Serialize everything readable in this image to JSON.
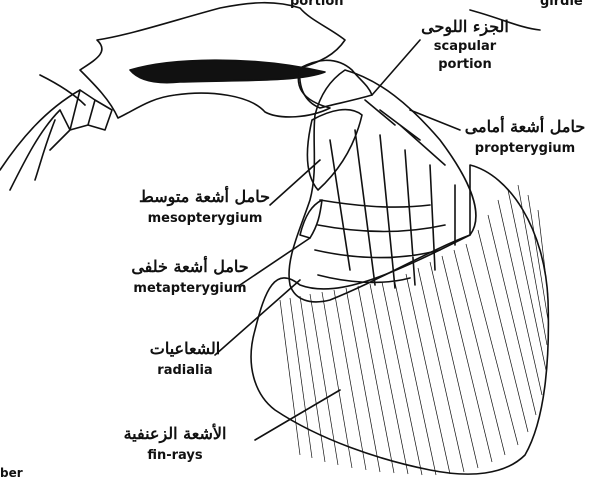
{
  "labels": {
    "top_portion_en": "portion",
    "top_girdle_en": "girdle",
    "scapular_ar": "الجزء اللوحى",
    "scapular_en_1": "scapular",
    "scapular_en_2": "portion",
    "propterygium_ar": "حامل أشعة أمامى",
    "propterygium_en": "propterygium",
    "mesopterygium_ar": "حامل أشعة متوسط",
    "mesopterygium_en": "mesopterygium",
    "metapterygium_ar": "حامل أشعة خلفى",
    "metapterygium_en": "metapterygium",
    "radialia_ar": "الشعاعيات",
    "radialia_en": "radialia",
    "finrays_ar": "الأشعة الزعنفية",
    "finrays_en": "fin-rays",
    "edge_text": "ber"
  },
  "colors": {
    "ink": "#111111",
    "background": "#ffffff"
  }
}
